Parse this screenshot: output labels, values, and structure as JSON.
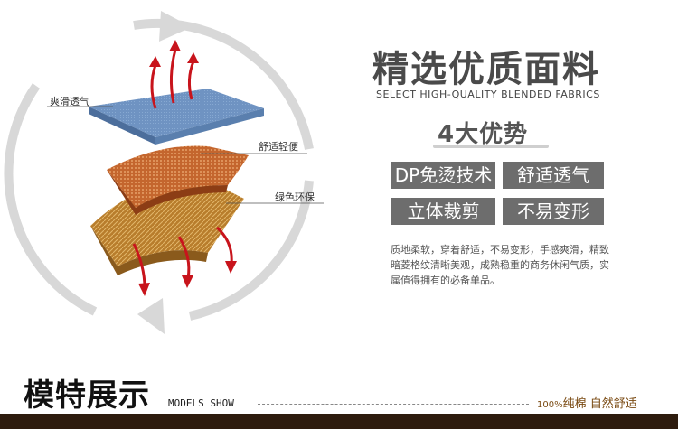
{
  "title_cn": "精选优质面料",
  "title_en": "SELECT HIGH-QUALITY BLENDED FABRICS",
  "advantages_title": "4大优势",
  "tags": [
    "DP免烫技术",
    "舒适透气",
    "立体裁剪",
    "不易变形"
  ],
  "layer_labels": [
    "爽滑透气",
    "舒适轻便",
    "绿色环保"
  ],
  "description": "质地柔软，穿着舒适，不易变形，手感爽滑，精致暗菱格纹清晰美观，成熟稳重的商务休闲气质，实属值得拥有的必备单品。",
  "models_title": "模特展示",
  "models_en": "MODELS SHOW",
  "slogan_percent": "100%",
  "slogan_text": "纯棉 自然舒适",
  "colors": {
    "top_layer": "#6f93c2",
    "middle_layer": "#c4662e",
    "bottom_layer": "#b87d2c",
    "arrow_red": "#c8141c",
    "circle_gray": "#d8d8d8",
    "tag_gray": "#6d6d6d",
    "bottom_bar": "#2e1c0e"
  }
}
